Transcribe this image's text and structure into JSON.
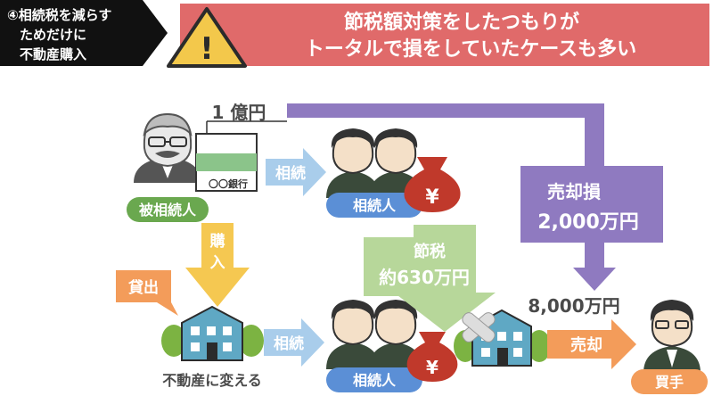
{
  "header": {
    "tag_line1": "④相続税を減らす",
    "tag_line2": "ためだけに",
    "tag_line3": "不動産購入",
    "warning_line1": "節税額対策をしたつもりが",
    "warning_line2": "トータルで損をしていたケースも多い",
    "warning_mark": "!"
  },
  "labels": {
    "amount_top": "1 億円",
    "bank_text": "〇〇銀行",
    "decedent": "被相続人",
    "inherit_arrow": "相続",
    "heirs_top": "相続人",
    "heirs_bottom": "相続人",
    "yen": "¥",
    "purchase_1": "購",
    "purchase_2": "入",
    "loan": "貸出",
    "property_caption": "不動産に変える",
    "inherit_arrow_bottom": "相続",
    "tax_saving_1": "節税",
    "tax_saving_2": "約630万円",
    "sale_loss_1": "売却損",
    "sale_loss_2": "2,000万円",
    "sale_price": "8,000万円",
    "sell_arrow": "売却",
    "buyer": "買手"
  },
  "colors": {
    "tag_bg": "#111111",
    "warning_bg": "#e06a6a",
    "warning_triangle": "#f3c84b",
    "purple": "#8f7ac0",
    "blue": "#6fa8dc",
    "green_light": "#b7d79a",
    "green_dark": "#6aa84f",
    "orange": "#f39c5a",
    "yellow": "#f5c851",
    "red": "#c0392b",
    "grey_text": "#4a4a4a"
  }
}
